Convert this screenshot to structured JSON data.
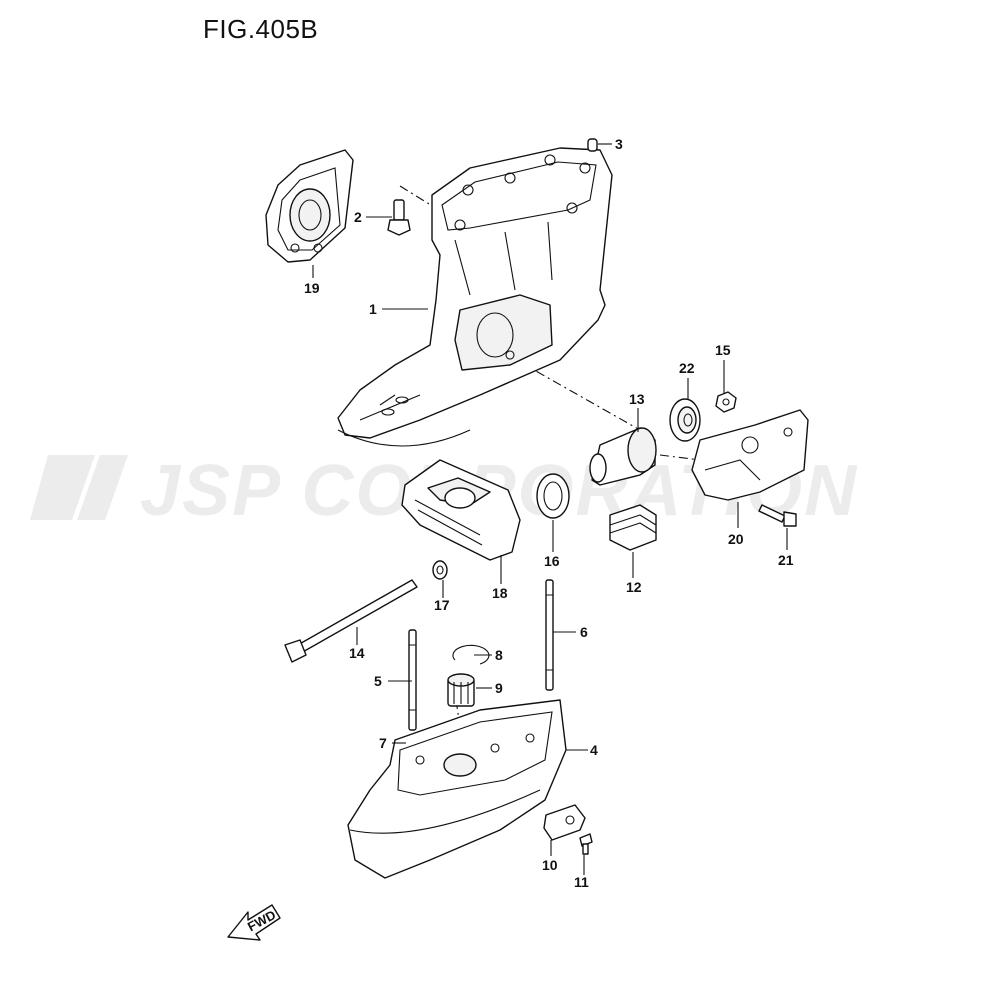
{
  "figure": {
    "title": "FIG.405B"
  },
  "watermark": {
    "text": "JSP CORPORATION"
  },
  "direction_marker": {
    "label": "FWD"
  },
  "callouts": {
    "c1": "1",
    "c2": "2",
    "c3": "3",
    "c4": "4",
    "c5": "5",
    "c6": "6",
    "c7": "7",
    "c8": "8",
    "c9": "9",
    "c10": "10",
    "c11": "11",
    "c12": "12",
    "c13": "13",
    "c14": "14",
    "c15": "15",
    "c16": "16",
    "c17": "17",
    "c18": "18",
    "c19": "19",
    "c20": "20",
    "c21": "21",
    "c22": "22"
  }
}
